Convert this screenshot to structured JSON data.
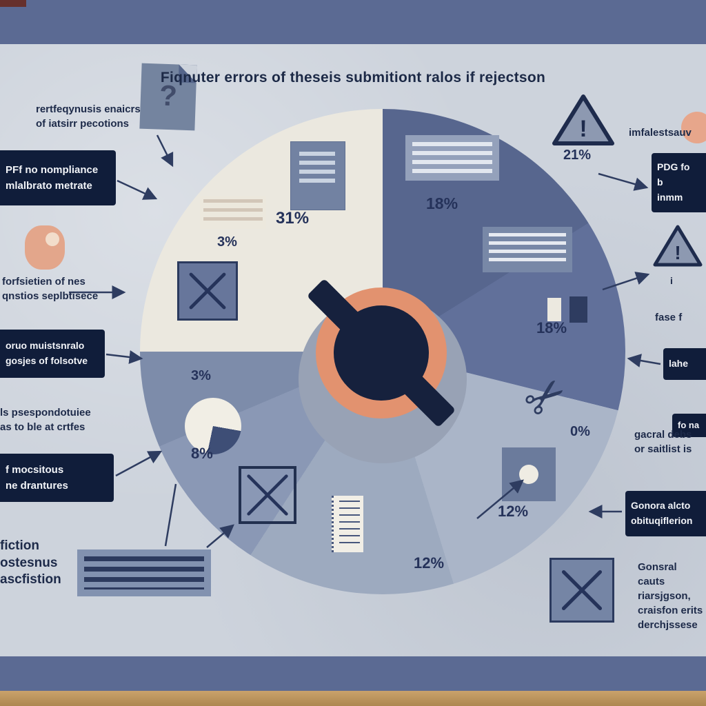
{
  "title": "Fiqnuter errors of theseis submitiont ralos if rejectson",
  "chart_data": {
    "type": "pie",
    "title": "Fiqnuter errors of theseis submitiont ralos if rejectson",
    "center_symbol": "no-entry prohibition sign (salmon ring with dark slash)",
    "legend": "none",
    "slices": [
      {
        "label": "18%",
        "value": 18,
        "color": "#57668e",
        "position": "top-right"
      },
      {
        "label": "18%",
        "value": 18,
        "color": "#61709a",
        "position": "right"
      },
      {
        "label": "0%",
        "value": 0,
        "color": "#aab5c8",
        "position": "lower-right"
      },
      {
        "label": "12%",
        "value": 12,
        "color": "#aab5c8",
        "position": "bottom-right"
      },
      {
        "label": "12%",
        "value": 12,
        "color": "#9daabf",
        "position": "bottom"
      },
      {
        "label": "8%",
        "value": 8,
        "color": "#8a98b5",
        "position": "lower-left"
      },
      {
        "label": "3%",
        "value": 3,
        "color": "#7d8caa",
        "position": "left"
      },
      {
        "label": "31%",
        "value": 31,
        "color": "#ebe8df",
        "position": "top-left"
      },
      {
        "label": "3%",
        "value": 3,
        "color": "#ebe8df",
        "position": "upper-left"
      }
    ],
    "external_label": {
      "label": "21%",
      "value": 21,
      "position": "outside pie, under warning triangle"
    }
  },
  "left_callouts": [
    {
      "lines": [
        "PFf no nompliance",
        "mlalbrato metrate"
      ]
    },
    {
      "lines": [
        "oruo muistsnralo",
        "gosjes of folsotve"
      ]
    },
    {
      "lines": [
        "f mocsitous",
        "ne drantures"
      ]
    }
  ],
  "right_callouts": [
    {
      "lines": [
        "PDG fo",
        "b",
        "inmm"
      ]
    },
    {
      "lines": [
        "lahe"
      ]
    },
    {
      "lines": [
        "fo na"
      ]
    },
    {
      "lines": [
        "Gonora alcto",
        "obituqiflerion"
      ]
    }
  ],
  "left_notes": [
    {
      "lines": [
        "rertfeqynusis enaicrs",
        "of iatsirr pecotions"
      ]
    },
    {
      "lines": [
        "forfsietien of nes",
        "qnstios seplbtisece"
      ]
    },
    {
      "lines": [
        "ls psespondotuiee",
        "as to ble at crtfes"
      ]
    },
    {
      "lines": [
        "fiction",
        "ostesnus",
        "ascfistion"
      ]
    }
  ],
  "right_notes": [
    {
      "lines": [
        "imfalestsauv"
      ]
    },
    {
      "lines": [
        "i"
      ]
    },
    {
      "lines": [
        "fase f"
      ]
    },
    {
      "lines": [
        "gacral debs",
        "or saitlist is"
      ]
    },
    {
      "lines": [
        "Gonsral cauts",
        "riarsjgson,",
        "craisfon erits",
        "derchjssese"
      ]
    }
  ],
  "icons": {
    "doc_question_glyph": "?",
    "warning_glyph": "!",
    "scissors_glyph": "✂"
  },
  "colors": {
    "frame_slate": "#5b6a93",
    "canvas": "#cdd3dc",
    "navy": "#101d3a",
    "accent_salmon": "#e2926f",
    "cream": "#ebe8df",
    "wood": "#c39a62"
  }
}
